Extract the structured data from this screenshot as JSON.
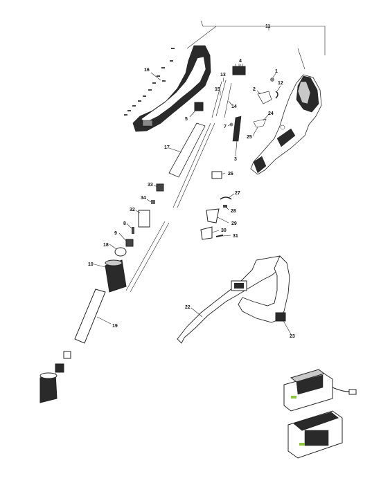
{
  "diagram": {
    "callouts": [
      {
        "id": "11",
        "text": "11"
      },
      {
        "id": "16",
        "text": "16"
      },
      {
        "id": "13",
        "text": "13"
      },
      {
        "id": "4",
        "text": "4"
      },
      {
        "id": "1",
        "text": "1"
      },
      {
        "id": "15",
        "text": "15"
      },
      {
        "id": "2",
        "text": "2"
      },
      {
        "id": "12",
        "text": "12"
      },
      {
        "id": "14",
        "text": "14"
      },
      {
        "id": "5",
        "text": "5"
      },
      {
        "id": "24",
        "text": "24"
      },
      {
        "id": "7",
        "text": "7"
      },
      {
        "id": "25",
        "text": "25"
      },
      {
        "id": "17",
        "text": "17"
      },
      {
        "id": "3",
        "text": "3"
      },
      {
        "id": "26",
        "text": "26"
      },
      {
        "id": "33",
        "text": "33"
      },
      {
        "id": "27",
        "text": "27"
      },
      {
        "id": "34",
        "text": "34"
      },
      {
        "id": "28",
        "text": "28"
      },
      {
        "id": "32",
        "text": "32"
      },
      {
        "id": "29",
        "text": "29"
      },
      {
        "id": "8",
        "text": "8"
      },
      {
        "id": "30",
        "text": "30"
      },
      {
        "id": "9",
        "text": "9"
      },
      {
        "id": "31",
        "text": "31"
      },
      {
        "id": "18",
        "text": "18"
      },
      {
        "id": "10",
        "text": "10"
      },
      {
        "id": "22",
        "text": "22"
      },
      {
        "id": "19",
        "text": "19"
      },
      {
        "id": "23",
        "text": "23"
      }
    ],
    "colors": {
      "line": "#222222",
      "fill_light": "#ffffff",
      "fill_dark": "#2a2a2a",
      "fill_grey": "#c8c8c8",
      "battery_green": "#8cc63f"
    }
  }
}
